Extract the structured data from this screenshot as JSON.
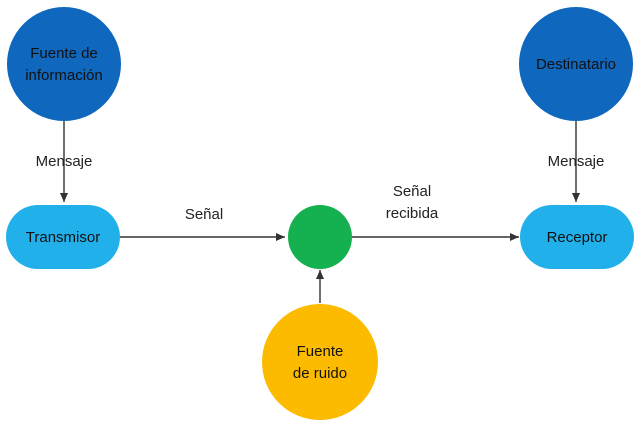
{
  "colors": {
    "dark_blue": "#0f67be",
    "light_blue": "#22b0ea",
    "green": "#15b04f",
    "yellow": "#fdbb00",
    "arrow": "#333333"
  },
  "nodes": {
    "fuente_informacion": {
      "lines": [
        "Fuente de",
        "información"
      ],
      "shape": "circle",
      "color": "dark_blue"
    },
    "destinatario": {
      "lines": [
        "Destinatario"
      ],
      "shape": "circle",
      "color": "dark_blue"
    },
    "transmisor": {
      "lines": [
        "Transmisor"
      ],
      "shape": "pill",
      "color": "light_blue"
    },
    "receptor": {
      "lines": [
        "Receptor"
      ],
      "shape": "pill",
      "color": "light_blue"
    },
    "canal": {
      "lines": [],
      "shape": "circle",
      "color": "green"
    },
    "fuente_ruido": {
      "lines": [
        "Fuente",
        "de ruido"
      ],
      "shape": "circle",
      "color": "yellow"
    }
  },
  "edges": {
    "mensaje_left": {
      "from": "fuente_informacion",
      "to": "transmisor",
      "lines": [
        "Mensaje"
      ]
    },
    "senal": {
      "from": "transmisor",
      "to": "canal",
      "lines": [
        "Señal"
      ]
    },
    "senal_recibida": {
      "from": "canal",
      "to": "receptor",
      "lines": [
        "Señal",
        "recibida"
      ]
    },
    "mensaje_right": {
      "from": "destinatario",
      "to": "receptor",
      "lines": [
        "Mensaje"
      ]
    },
    "ruido": {
      "from": "fuente_ruido",
      "to": "canal",
      "lines": []
    }
  }
}
